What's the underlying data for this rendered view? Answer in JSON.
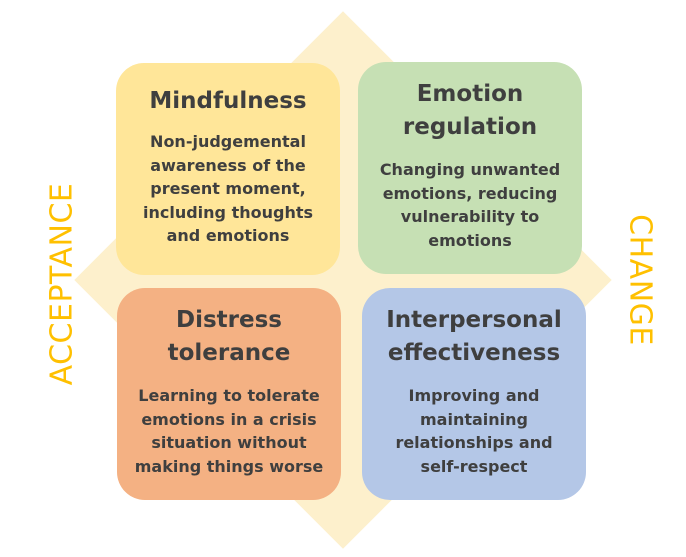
{
  "sides": {
    "left": "ACCEPTANCE",
    "right": "CHANGE"
  },
  "boxes": {
    "mindfulness": {
      "title": "Mindfulness",
      "description": "Non-judgemental awareness of the present moment, including thoughts and emotions"
    },
    "emotion_regulation": {
      "title": "Emotion regulation",
      "description": "Changing unwanted emotions, reducing vulnerability to emotions"
    },
    "distress_tolerance": {
      "title": "Distress tolerance",
      "description": "Learning to tolerate emotions in a crisis situation without making things worse"
    },
    "interpersonal_effectiveness": {
      "title": "Interpersonal effectiveness",
      "description": "Improving and maintaining relationships and self-respect"
    }
  },
  "colors": {
    "background_diamond": "#fdf0cc",
    "mindfulness": "#ffe699",
    "emotion_regulation": "#c6e0b4",
    "distress_tolerance": "#f4b183",
    "interpersonal_effectiveness": "#b4c7e7",
    "side_labels": "#ffc000",
    "text": "#3f3f3f"
  }
}
